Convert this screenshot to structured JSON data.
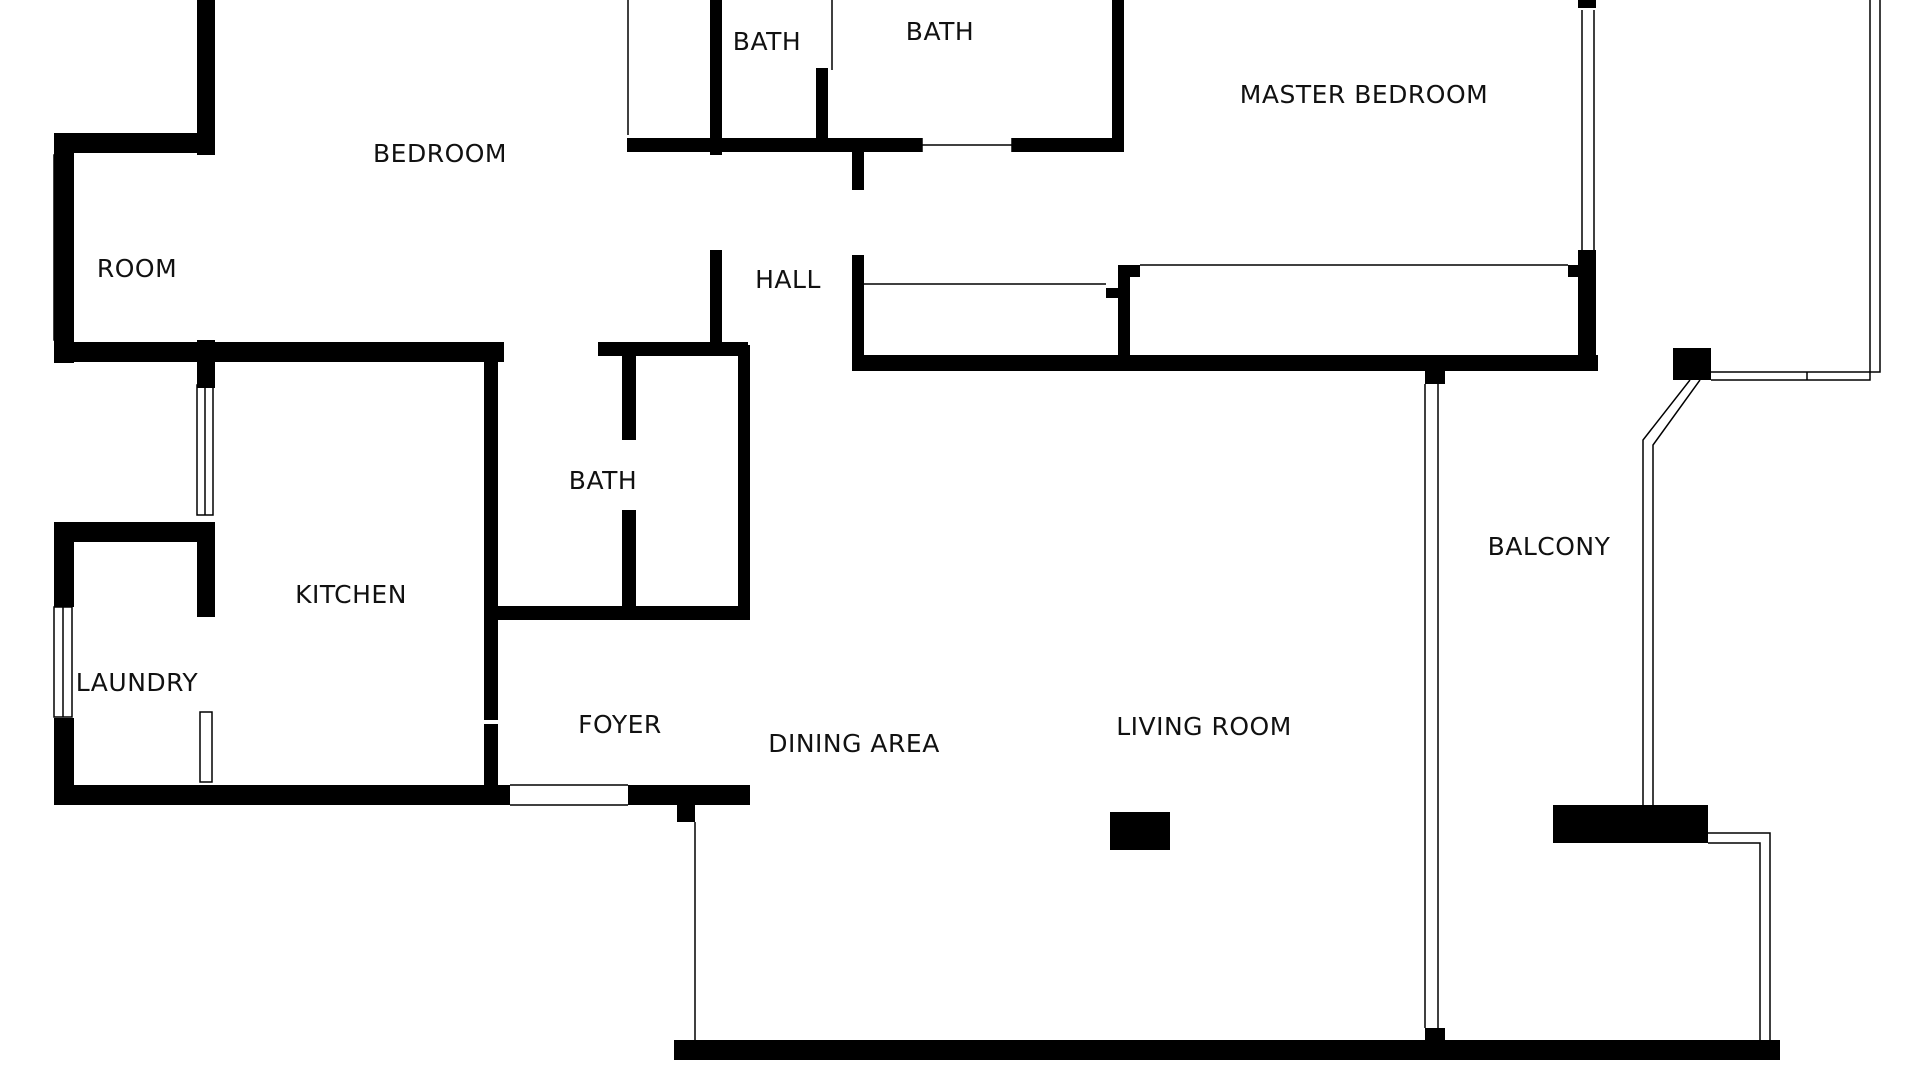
{
  "colors": {
    "background": "#ffffff",
    "wall": "#000000",
    "text": "#111111"
  },
  "rooms": {
    "bedroom": "BEDROOM",
    "room": "ROOM",
    "bath_top_left": "BATH",
    "bath_top_right": "BATH",
    "master_bedroom": "MASTER BEDROOM",
    "hall": "HALL",
    "bath_center": "BATH",
    "kitchen": "KITCHEN",
    "laundry": "LAUNDRY",
    "foyer": "FOYER",
    "dining_area": "DINING AREA",
    "living_room": "LIVING ROOM",
    "balcony": "BALCONY"
  }
}
